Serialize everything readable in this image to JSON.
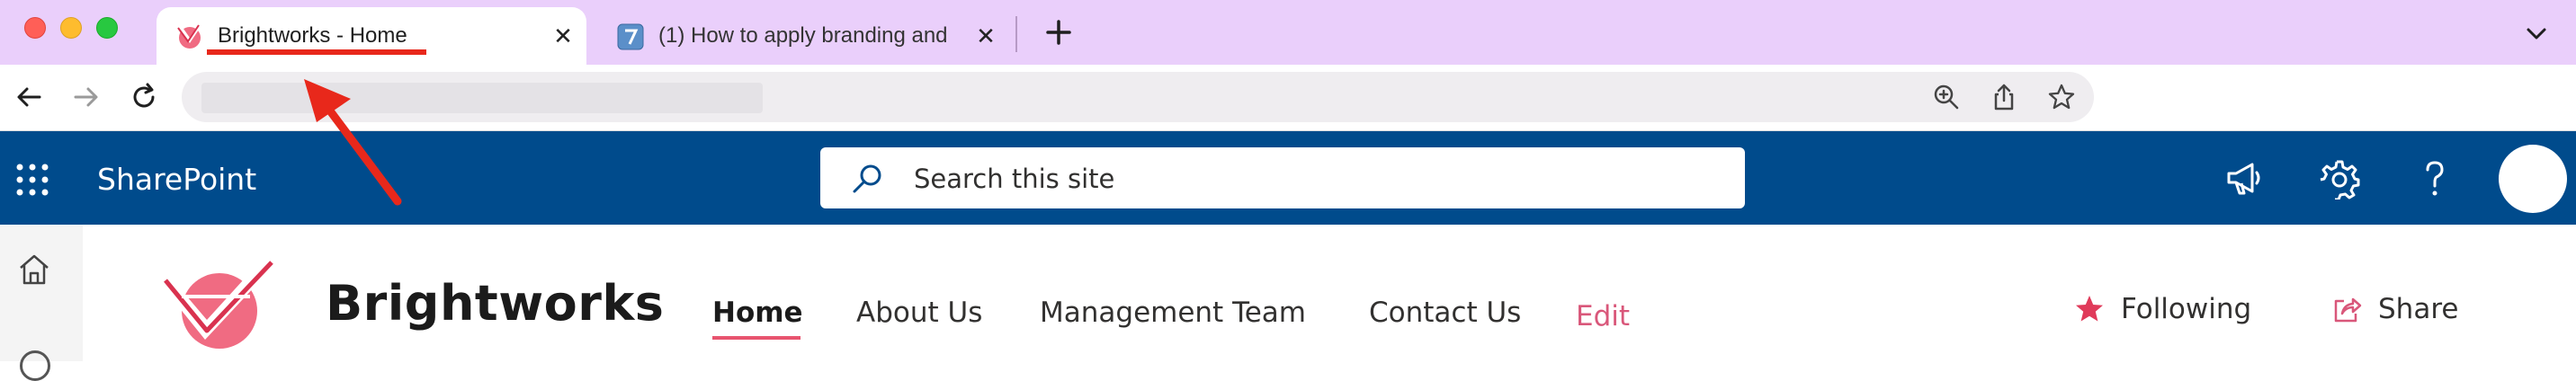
{
  "browser": {
    "tabs": [
      {
        "title": "Brightworks - Home",
        "active": true,
        "close": "✕"
      },
      {
        "title": "(1) How to apply branding and",
        "active": false,
        "close": "✕"
      }
    ],
    "new_tab_icon": "plus-icon",
    "colors": {
      "tabstrip": "#eacffb",
      "highlight": "#e8281b"
    }
  },
  "sharepoint": {
    "app_name": "SharePoint",
    "search": {
      "placeholder": "Search this site"
    },
    "brand_color": "#004b8c"
  },
  "site": {
    "title": "Brightworks",
    "nav": {
      "home": "Home",
      "about": "About Us",
      "management": "Management Team",
      "contact": "Contact Us",
      "edit": "Edit"
    },
    "actions": {
      "following": "Following",
      "share": "Share"
    },
    "accent_color": "#e8546f"
  }
}
